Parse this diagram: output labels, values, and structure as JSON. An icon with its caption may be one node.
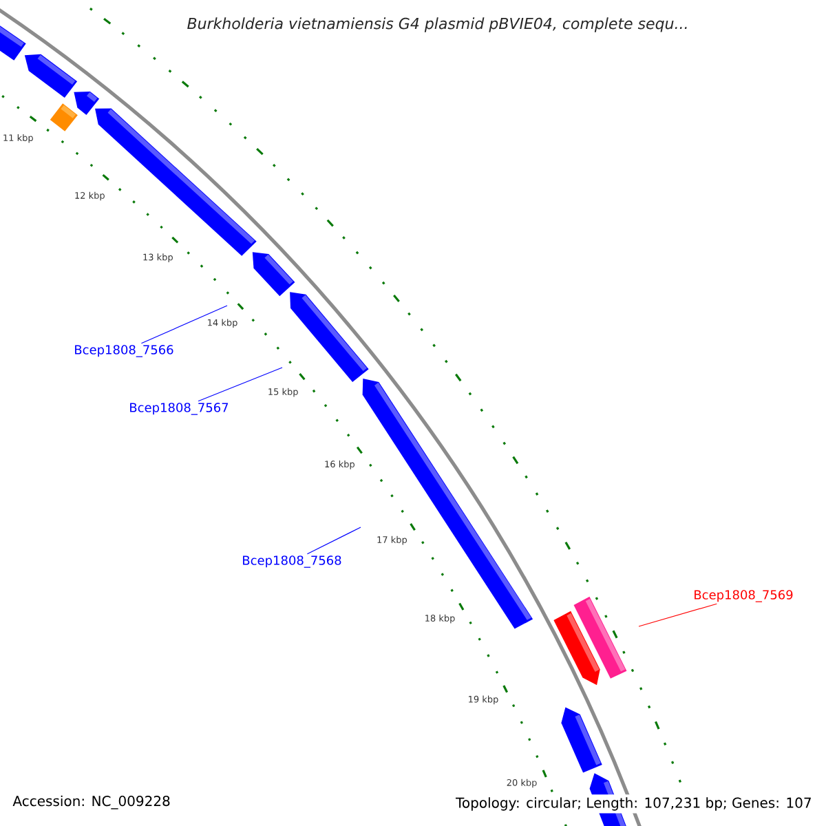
{
  "diagram": {
    "title": "Burkholderia vietnamiensis G4 plasmid pBVIE04, complete sequ...",
    "nodes": [
      {
        "text": [
          "Bcep1808_7566"
        ]
      },
      {
        "text": [
          "Bcep1808_7567"
        ]
      },
      {
        "text": [
          "Bcep1808_7568"
        ]
      },
      {
        "text": [
          "Bcep1808_7569"
        ]
      }
    ],
    "edges": [
      {
        "from": 0,
        "to": null,
        "arrow": "none"
      },
      {
        "from": 1,
        "to": null,
        "arrow": "none"
      },
      {
        "from": 2,
        "to": null,
        "arrow": "none"
      },
      {
        "from": 3,
        "to": null,
        "arrow": "none",
        "color": "#ff0000"
      }
    ],
    "labels": [
      "11 kbp",
      "12 kbp",
      "13 kbp",
      "14 kbp",
      "15 kbp",
      "16 kbp",
      "17 kbp",
      "18 kbp",
      "19 kbp",
      "20 kbp",
      "Accession: NC_009228",
      "Topology: circular; Length: 107,231 bp; Genes: 107"
    ]
  }
}
